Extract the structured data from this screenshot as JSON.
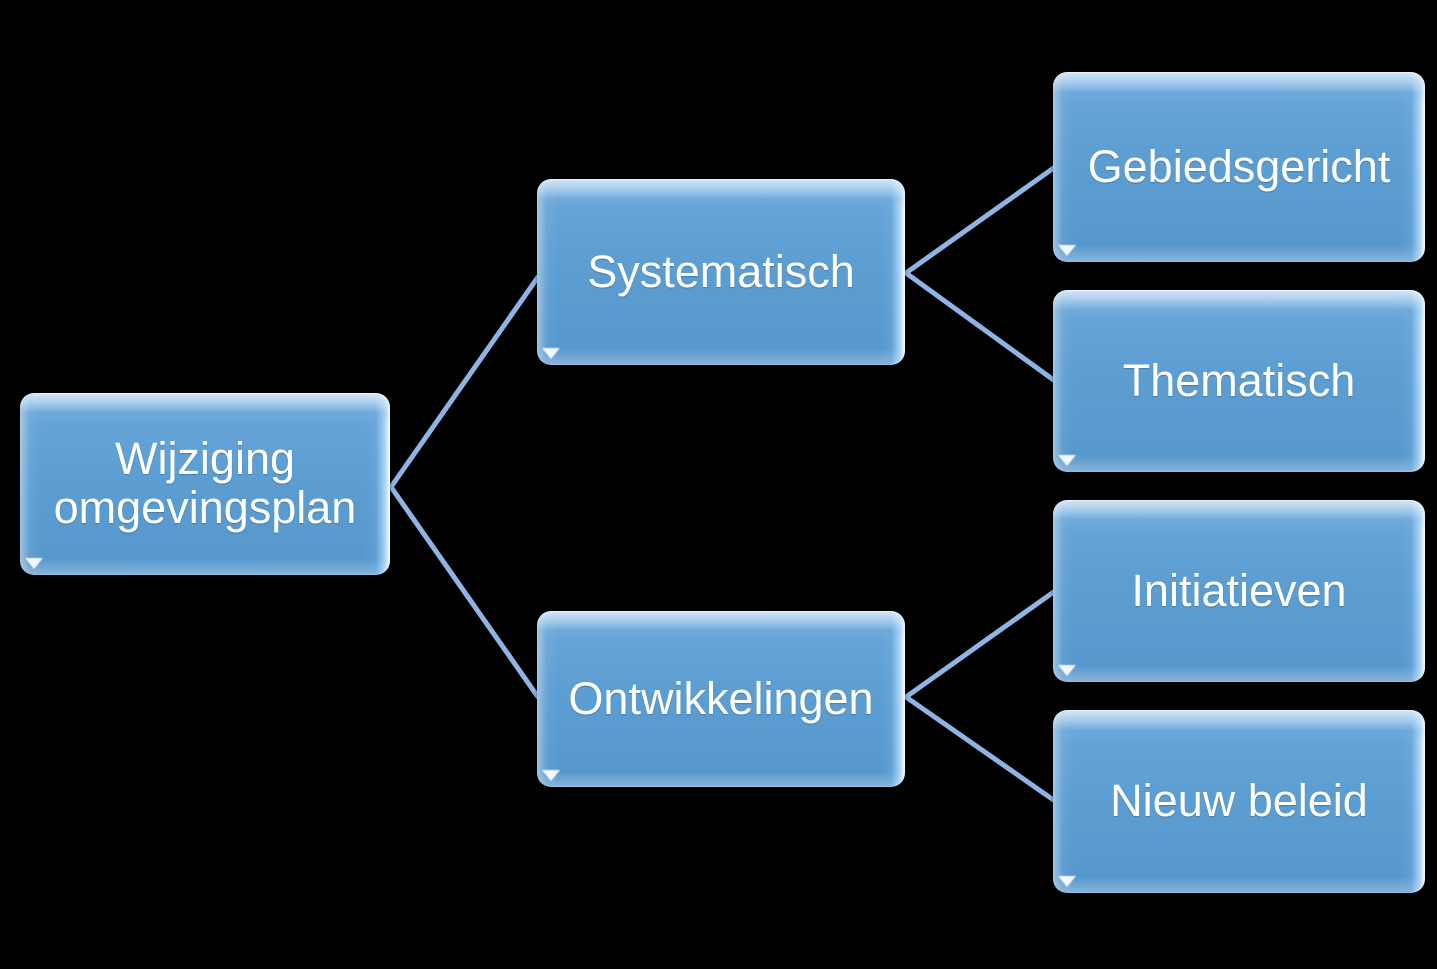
{
  "diagram": {
    "type": "hierarchy",
    "title": "",
    "background_color": "#000000",
    "node_fill_color": "#5d9ed2",
    "node_text_color": "#ffffff",
    "connector_color": "#8eb4e3",
    "nodes": [
      {
        "id": "root",
        "label": "Wijziging\nomgevingsplan",
        "level": 0
      },
      {
        "id": "systematisch",
        "label": "Systematisch",
        "level": 1
      },
      {
        "id": "ontwikkelingen",
        "label": "Ontwikkelingen",
        "level": 1
      },
      {
        "id": "gebiedsgericht",
        "label": "Gebiedsgericht",
        "level": 2
      },
      {
        "id": "thematisch",
        "label": "Thematisch",
        "level": 2
      },
      {
        "id": "initiatieven",
        "label": "Initiatieven",
        "level": 2
      },
      {
        "id": "nieuw_beleid",
        "label": "Nieuw beleid",
        "level": 2
      }
    ],
    "edges": [
      {
        "from": "root",
        "to": "systematisch"
      },
      {
        "from": "root",
        "to": "ontwikkelingen"
      },
      {
        "from": "systematisch",
        "to": "gebiedsgericht"
      },
      {
        "from": "systematisch",
        "to": "thematisch"
      },
      {
        "from": "ontwikkelingen",
        "to": "initiatieven"
      },
      {
        "from": "ontwikkelingen",
        "to": "nieuw_beleid"
      }
    ]
  }
}
